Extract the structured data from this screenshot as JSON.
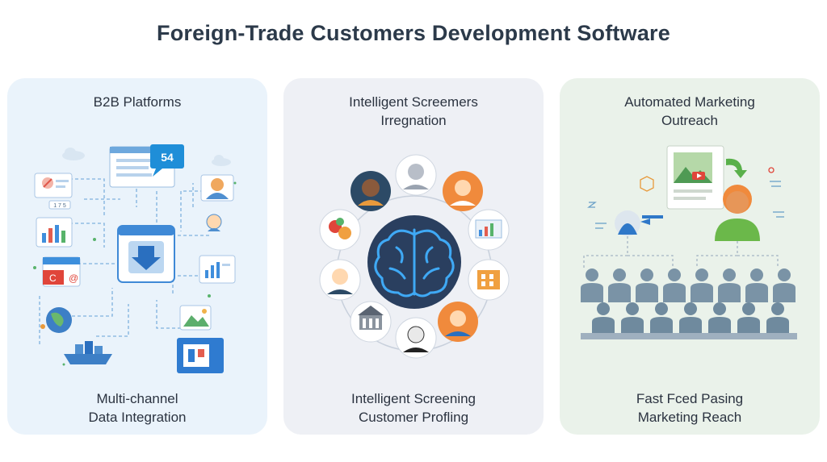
{
  "title": "Foreign-Trade Customers Development Software",
  "panels": [
    {
      "heading": [
        "B2B Platforms",
        ""
      ],
      "caption": [
        "Multi-channel",
        "Data Integration"
      ],
      "badge": "54",
      "mini_label": "1 7 5",
      "accent": "#2e8bd6",
      "icons": [
        "browser-window-icon",
        "message-badge-icon",
        "chart-card-icon",
        "download-tablet-icon",
        "email-card-icon",
        "globe-icon",
        "ship-icon",
        "building-icon",
        "profile-avatar-icon"
      ]
    },
    {
      "heading": [
        "Intelligent Screemers",
        "Irregnation"
      ],
      "caption": [
        "Intelligent Screening",
        "Customer Profling"
      ],
      "accent": "#2a3f5f",
      "icons": [
        "brain-icon",
        "customer-avatar-icon",
        "building-icon",
        "chart-card-icon"
      ]
    },
    {
      "heading": [
        "Automated Marketing",
        "Outreach"
      ],
      "caption": [
        "Fast Fced Pasing",
        "Marketing Reach"
      ],
      "accent": "#6bb84a",
      "icons": [
        "document-icon",
        "person-icon",
        "arrow-icon",
        "audience-icon"
      ]
    }
  ]
}
